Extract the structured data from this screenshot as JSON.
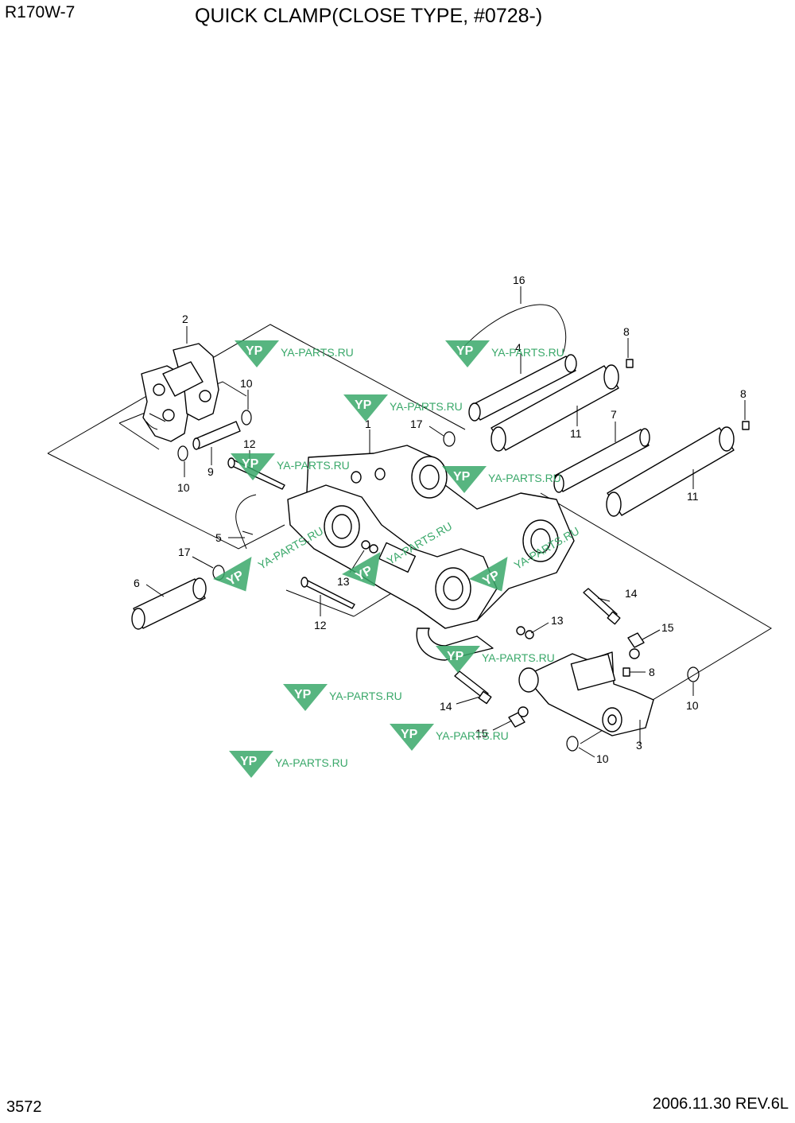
{
  "header": {
    "model": "R170W-7",
    "title": "QUICK CLAMP(CLOSE TYPE, #0728-)"
  },
  "footer": {
    "page_number": "3572",
    "revision": "2006.11.30  REV.6L"
  },
  "watermark": {
    "text": "YA-PARTS.RU",
    "logo": "YP",
    "color": "#3aa86a"
  },
  "callouts": [
    "1",
    "2",
    "3",
    "4",
    "5",
    "6",
    "7",
    "8",
    "8",
    "8",
    "9",
    "10",
    "10",
    "10",
    "10",
    "11",
    "11",
    "12",
    "12",
    "13",
    "13",
    "14",
    "14",
    "15",
    "15",
    "16",
    "17",
    "17"
  ]
}
